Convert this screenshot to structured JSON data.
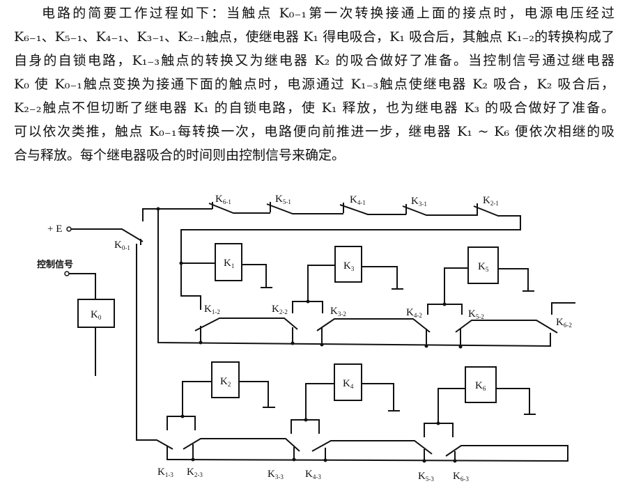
{
  "paragraph": [
    "电路的简要工作过程如下：当触点 K₀₋₁第一次转换接通上面的接点时，电源电压经过",
    "K₆₋₁、K₅₋₁、K₄₋₁、K₃₋₁、K₂₋₁触点，使继电器 K₁ 得电吸合，K₁ 吸合后，其触点 K₁₋₂的转换构成了",
    "自身的自锁电路，K₁₋₃触点的转换又为继电器 K₂ 的吸合做好了准备。当控制信号通过继电器",
    "K₀ 使 K₀₋₁触点变换为接通下面的触点时，电源通过 K₁₋₃触点使继电器 K₂ 吸合，K₂ 吸合后，",
    "K₂₋₂触点不但切断了继电器 K₁ 的自锁电路，使 K₁ 释放，也为继电器 K₃ 的吸合做好了准备。",
    "可以依次类推，触点 K₀₋₁每转换一次，电路便向前推进一步，继电器 K₁ ~ K₆ 便依次相继的吸",
    "合与释放。每个继电器吸合的时间则由控制信号来确定。"
  ],
  "diagram": {
    "supply_label": "+ E",
    "control_label": "控制信号",
    "coils": {
      "k0": {
        "main": "K",
        "sub": "0"
      },
      "k1": {
        "main": "K",
        "sub": "1"
      },
      "k2": {
        "main": "K",
        "sub": "2"
      },
      "k3": {
        "main": "K",
        "sub": "3"
      },
      "k4": {
        "main": "K",
        "sub": "4"
      },
      "k5": {
        "main": "K",
        "sub": "5"
      },
      "k6": {
        "main": "K",
        "sub": "6"
      }
    },
    "contacts": {
      "k0_1": {
        "main": "K",
        "sub": "0-1"
      },
      "k6_1": {
        "main": "K",
        "sub": "6-1"
      },
      "k5_1": {
        "main": "K",
        "sub": "5-1"
      },
      "k4_1": {
        "main": "K",
        "sub": "4-1"
      },
      "k3_1": {
        "main": "K",
        "sub": "3-1"
      },
      "k2_1": {
        "main": "K",
        "sub": "2-1"
      },
      "k1_2": {
        "main": "K",
        "sub": "1-2"
      },
      "k2_2": {
        "main": "K",
        "sub": "2-2"
      },
      "k3_2": {
        "main": "K",
        "sub": "3-2"
      },
      "k4_2": {
        "main": "K",
        "sub": "4-2"
      },
      "k5_2": {
        "main": "K",
        "sub": "5-2"
      },
      "k6_2": {
        "main": "K",
        "sub": "6-2"
      },
      "k1_3": {
        "main": "K",
        "sub": "1-3"
      },
      "k2_3": {
        "main": "K",
        "sub": "2-3"
      },
      "k3_3": {
        "main": "K",
        "sub": "3-3"
      },
      "k4_3": {
        "main": "K",
        "sub": "4-3"
      },
      "k5_3": {
        "main": "K",
        "sub": "5-3"
      },
      "k6_3": {
        "main": "K",
        "sub": "6-3"
      }
    }
  }
}
